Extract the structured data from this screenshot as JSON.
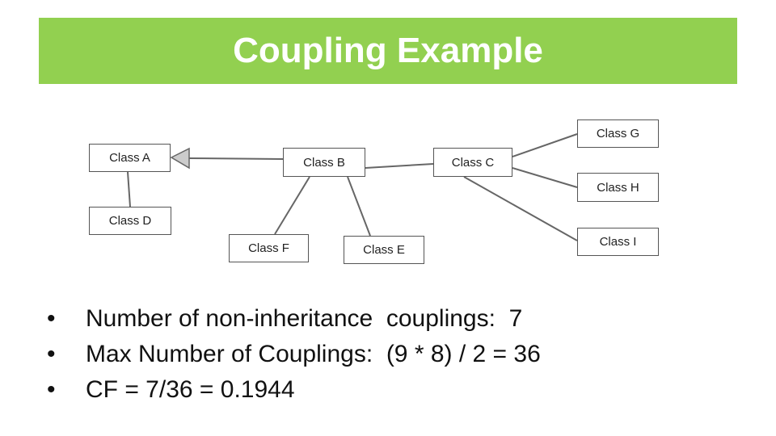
{
  "title": "Coupling Example",
  "diagram": {
    "classes": {
      "a": "Class A",
      "b": "Class B",
      "c": "Class C",
      "d": "Class D",
      "e": "Class E",
      "f": "Class F",
      "g": "Class G",
      "h": "Class H",
      "i": "Class I"
    }
  },
  "bullets": [
    "Number of non-inheritance  couplings:  7",
    "Max Number of Couplings:  (9 * 8) / 2 = 36",
    "CF = 7/36 = 0.1944"
  ],
  "colors": {
    "title_bar": "#92d050",
    "title_text": "#ffffff"
  }
}
